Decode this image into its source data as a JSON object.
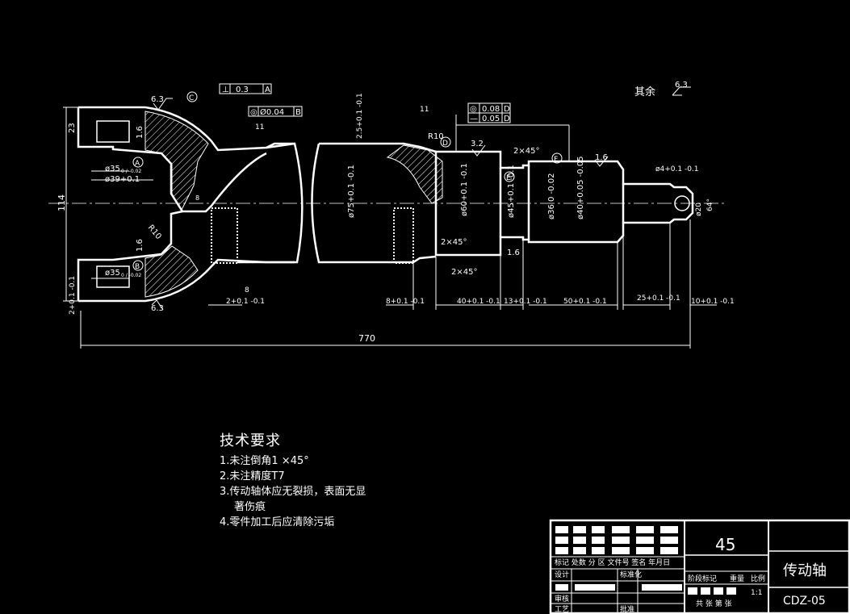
{
  "surface_roughness": {
    "label": "其余",
    "value": "6.3"
  },
  "dimensions": {
    "overall_length": "770",
    "height": "114",
    "d23": "23",
    "d35a": "ø35",
    "d35a_tol": "0 / -0.02",
    "d39": "ø39+0.1",
    "d35b": "ø35",
    "d35b_tol": "0 / -0.02",
    "r10a": "R10",
    "r10b": "R10",
    "d75": "ø75+0.1 -0.1",
    "d60": "ø60+0.1 -0.1",
    "d45": "ø45+0.1 -0.1",
    "d36": "ø36 0 -0.02",
    "d40": "ø40+0.05 -0.05",
    "d4": "ø4+0.1 -0.1",
    "d20": "ø20",
    "d64": "64°",
    "chamfer1": "2×45°",
    "chamfer2": "2×45°",
    "chamfer3": "2×45°",
    "len8": "8",
    "len2": "2+0.1 -0.1",
    "len2b": "2+0.1 -0.1",
    "len8b": "8+0.1 -0.1",
    "len40": "40+0.1 -0.1",
    "len13": "13+0.1 -0.1",
    "len50": "50+0.1 -0.1",
    "len25": "25+0.1 -0.1",
    "len10": "10+0.1 -0.1",
    "ra63a": "6.3",
    "ra63b": "6.3",
    "ra32": "3.2",
    "ra16a": "1.6",
    "ra16b": "1.6",
    "ra16c": "1.6",
    "ra16d": "1.6",
    "height25": "2.5+0.1 -0.1",
    "weld1": "11",
    "weld2": "11",
    "small8": "8"
  },
  "datums": [
    "A",
    "B",
    "C",
    "D",
    "E",
    "F"
  ],
  "tolerance_frames": [
    {
      "symbol": "⊥",
      "value": "0.3",
      "datum": "A"
    },
    {
      "symbol": "◎",
      "value": "Ø0.04",
      "datum": "B"
    },
    {
      "symbol": "◎",
      "value": "0.08",
      "datum": "D"
    },
    {
      "symbol": "—",
      "value": "0.05",
      "datum": "D"
    }
  ],
  "technical_requirements": {
    "title": "技术要求",
    "items": [
      "1.未注倒角1 ×45°",
      "2.未注精度T7",
      "3.传动轴体应无裂损，表面无显",
      "著伤痕",
      "4.零件加工后应清除污垢"
    ]
  },
  "title_block": {
    "material": "45",
    "part_name": "传动轴",
    "drawing_no": "CDZ-05",
    "header_row": "标记 处数 分 区 文件号 签名 年月日",
    "design": "设计",
    "standardize": "标准化",
    "review": "审核",
    "process": "工艺",
    "approve": "批准",
    "stage": "阶段标记",
    "weight": "重量",
    "scale": "比例",
    "scale_value": "1:1",
    "sheets": "共 张  第 张"
  }
}
